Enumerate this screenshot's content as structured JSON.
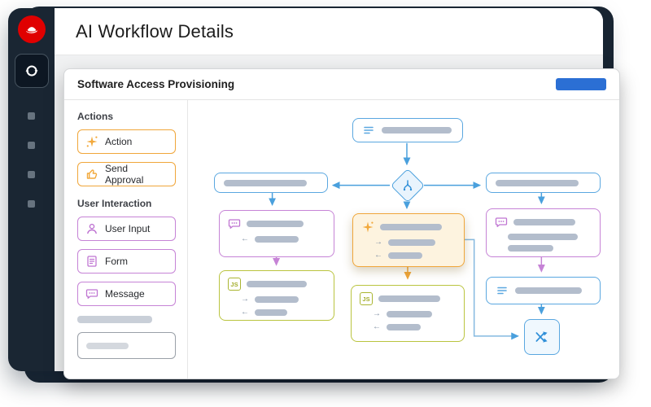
{
  "header": {
    "title": "AI Workflow Details"
  },
  "sidebar": {
    "logo_icon": "redhat-logo-icon",
    "active_nav_icon": "sync-icon",
    "placeholder_count": 4
  },
  "card": {
    "title": "Software Access Provisioning",
    "primary_button": {
      "label": ""
    }
  },
  "palette": {
    "sections": [
      {
        "label": "Actions",
        "items": [
          {
            "label": "Action",
            "icon": "sparkle-icon",
            "color": "#f0a63a"
          },
          {
            "label": "Send Approval",
            "icon": "thumbs-up-icon",
            "color": "#f0a63a"
          }
        ]
      },
      {
        "label": "User Interaction",
        "items": [
          {
            "label": "User Input",
            "icon": "user-icon",
            "color": "#c683d6"
          },
          {
            "label": "Form",
            "icon": "form-icon",
            "color": "#c683d6"
          },
          {
            "label": "Message",
            "icon": "message-icon",
            "color": "#c683d6"
          }
        ]
      }
    ]
  },
  "canvas": {
    "js_label": "JS",
    "glyph_left": "←",
    "glyph_right": "→",
    "nodes": [
      {
        "id": "start",
        "type": "input",
        "color": "#5aa7e0"
      },
      {
        "id": "decision",
        "type": "branch",
        "color": "#4aa0dd"
      },
      {
        "id": "branch-left",
        "type": "step",
        "color": "#5aa7e0"
      },
      {
        "id": "branch-right",
        "type": "step",
        "color": "#5aa7e0"
      },
      {
        "id": "message-left",
        "type": "message",
        "color": "#c683d6"
      },
      {
        "id": "action-selected",
        "type": "action",
        "color": "#f0a63a",
        "selected": true
      },
      {
        "id": "message-right",
        "type": "message",
        "color": "#c683d6"
      },
      {
        "id": "script-left",
        "type": "js-script",
        "color": "#bac43f"
      },
      {
        "id": "script-mid",
        "type": "js-script",
        "color": "#bac43f"
      },
      {
        "id": "list-right",
        "type": "step",
        "color": "#5aa7e0"
      },
      {
        "id": "shuffle-end",
        "type": "switch",
        "color": "#4aa0dd"
      }
    ]
  },
  "colors": {
    "navy": "#1a2633",
    "brand_red": "#e00000",
    "blue": "#4aa0dd",
    "orange": "#f0a63a",
    "purple": "#c683d6",
    "olive": "#aab531",
    "button_blue": "#2b6fd4",
    "bar_gray": "#b3bdcc"
  }
}
